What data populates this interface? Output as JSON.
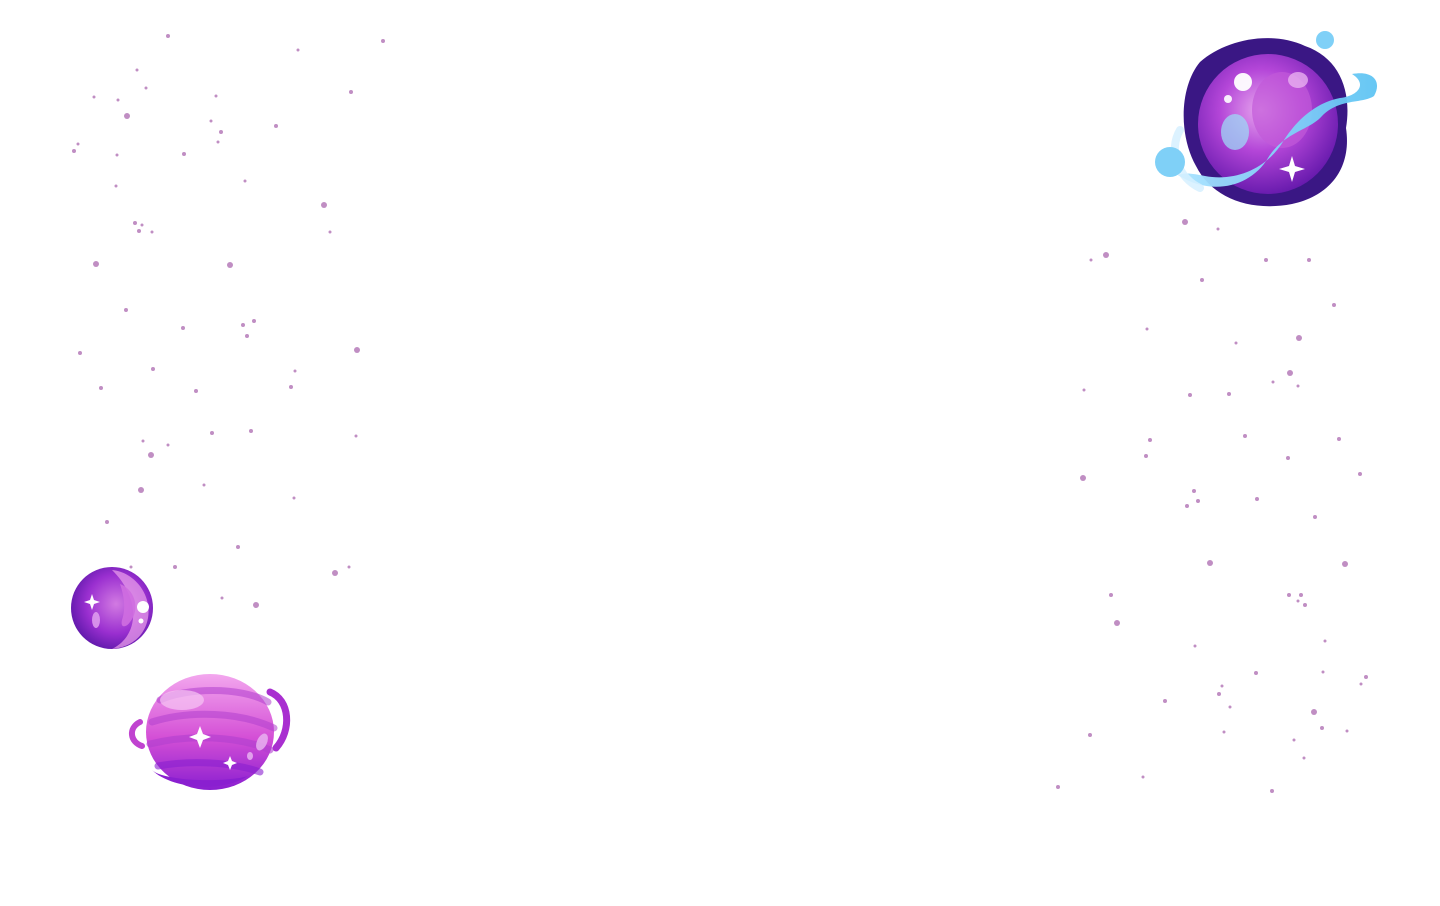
{
  "background_color": "#ffffff",
  "star_color": "#b57ab8",
  "decorations": [
    {
      "name": "wavy-purple-planet",
      "colors": [
        "#3b1a8f",
        "#9b2fd6",
        "#d98ae0",
        "#7fd0f7"
      ]
    },
    {
      "name": "small-purple-planet",
      "colors": [
        "#6a1fb5",
        "#b94ad6",
        "#e59ae8"
      ]
    },
    {
      "name": "striped-pink-planet",
      "colors": [
        "#8a1fd0",
        "#d04fd8",
        "#f29be8"
      ]
    }
  ]
}
